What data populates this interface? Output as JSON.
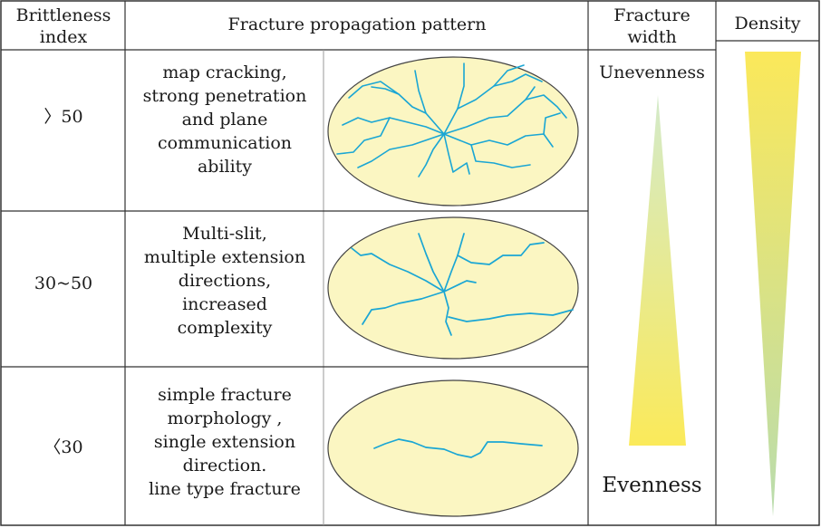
{
  "headers": {
    "brittleness": "Brittleness\nindex",
    "pattern": "Fracture propagation pattern",
    "width": "Fracture\nwidth",
    "density": "Density"
  },
  "rows": [
    {
      "index": "〉50",
      "description": "map cracking,\nstrong penetration\nand plane\ncommunication\nability"
    },
    {
      "index": "30~50",
      "description": "Multi-slit,\nmultiple extension\ndirections,\nincreased\ncomplexity"
    },
    {
      "index": "〈30",
      "description": "simple fracture\nmorphology ,\nsingle extension\ndirection.\nline type fracture"
    }
  ],
  "width_scale": {
    "top_label": "Unevenness",
    "bottom_label": "Evenness"
  },
  "colors": {
    "ellipse_fill": "#fbf6c2",
    "fracture": "#1aa6d4",
    "gradient_yellow": "#fbea5a",
    "gradient_green": "#b9dcae",
    "grid": "#333333"
  }
}
